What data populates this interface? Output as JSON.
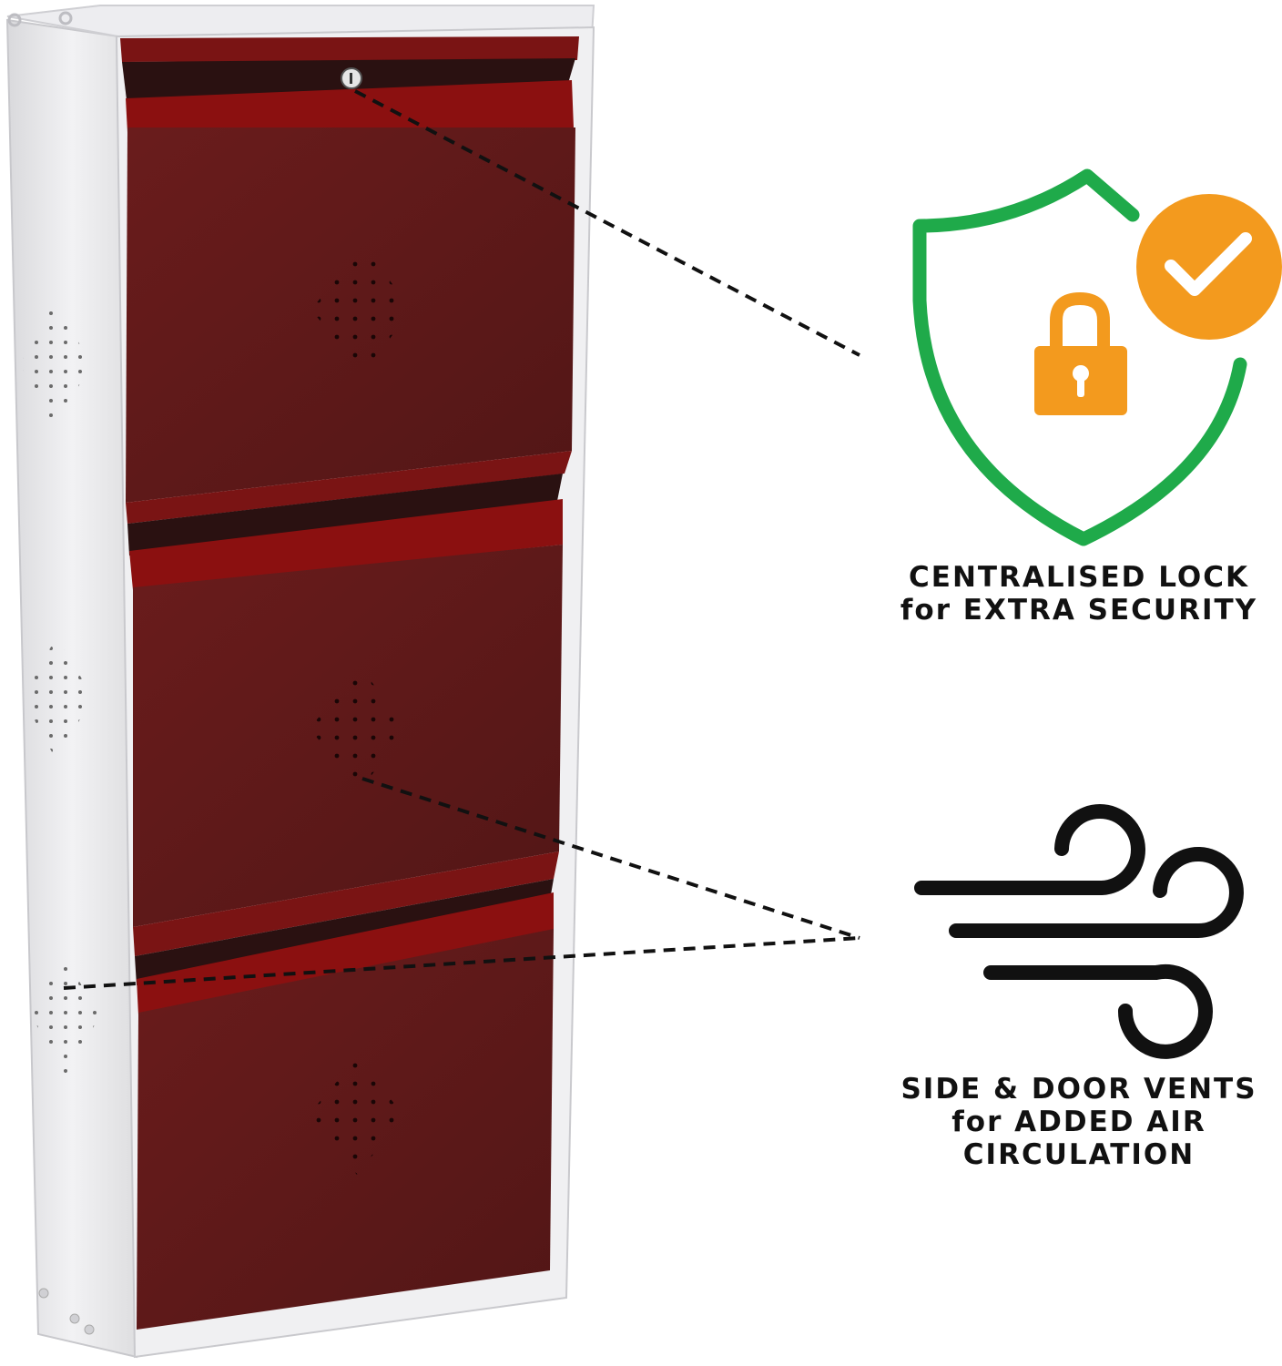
{
  "features": [
    {
      "icon": "shield-lock-check-icon",
      "line1": "CENTRALISED LOCK",
      "line2": "for EXTRA SECURITY"
    },
    {
      "icon": "wind-airflow-icon",
      "line1": "SIDE & DOOR VENTS",
      "line2": "for ADDED AIR",
      "line3": "CIRCULATION"
    }
  ],
  "colors": {
    "cabinet_frame": "#e6e6e8",
    "door_red": "#5c1a1a",
    "door_highlight": "#8b1010",
    "shield_green": "#1faa4a",
    "accent_orange": "#f39a1e",
    "wind_black": "#111111"
  }
}
